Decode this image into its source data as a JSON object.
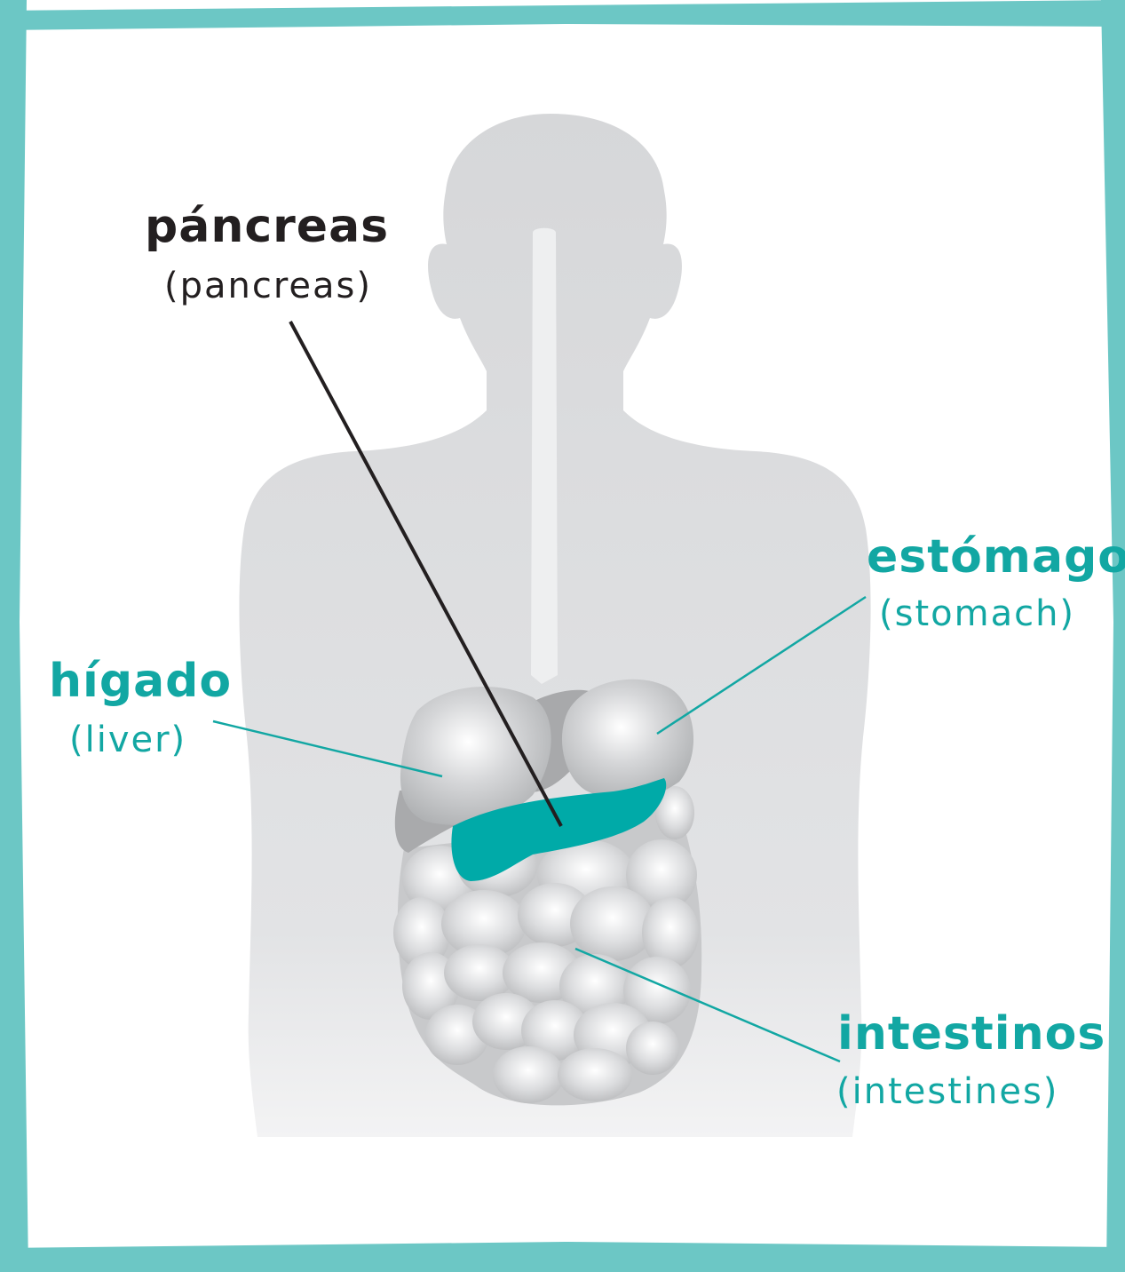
{
  "colors": {
    "frame": "#6cc7c5",
    "background": "#ffffff",
    "silhouette": "#dcdddf",
    "organ_gray": "#c9cacc",
    "organ_dark": "#a9aaac",
    "pancreas": "#00aaa8",
    "label_dark": "#231f20",
    "label_teal": "#12a7a3",
    "line_dark": "#231f20",
    "line_teal": "#12a7a3"
  },
  "labels": {
    "pancreas": {
      "term": "páncreas",
      "translation": "(pancreas)"
    },
    "stomach": {
      "term": "estómago",
      "translation": "(stomach)"
    },
    "liver": {
      "term": "hígado",
      "translation": "(liver)"
    },
    "intestines": {
      "term": "intestinos",
      "translation": "(intestines)"
    }
  }
}
